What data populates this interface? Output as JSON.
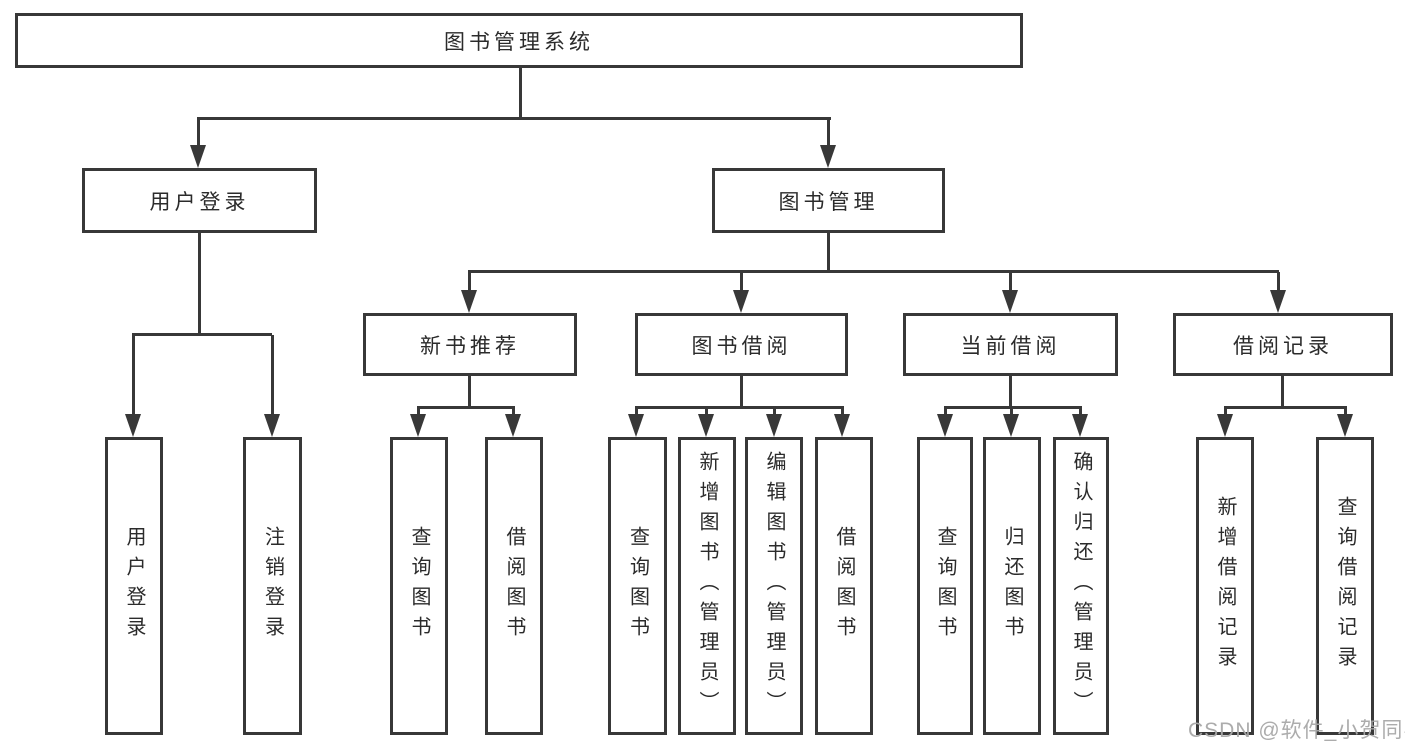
{
  "diagram": {
    "tree": {
      "root": {
        "label": "图书管理系统"
      },
      "branches": [
        {
          "label": "用户登录",
          "children": [
            {
              "label": "用户登录"
            },
            {
              "label": "注销登录"
            }
          ]
        },
        {
          "label": "图书管理",
          "children": [
            {
              "label": "新书推荐",
              "children": [
                {
                  "label": "查询图书"
                },
                {
                  "label": "借阅图书"
                }
              ]
            },
            {
              "label": "图书借阅",
              "children": [
                {
                  "label": "查询图书"
                },
                {
                  "label": "新增图书（管理员）"
                },
                {
                  "label": "编辑图书（管理员）"
                },
                {
                  "label": "借阅图书"
                }
              ]
            },
            {
              "label": "当前借阅",
              "children": [
                {
                  "label": "查询图书"
                },
                {
                  "label": "归还图书"
                },
                {
                  "label": "确认归还（管理员）"
                }
              ]
            },
            {
              "label": "借阅记录",
              "children": [
                {
                  "label": "新增借阅记录"
                },
                {
                  "label": "查询借阅记录"
                }
              ]
            }
          ]
        }
      ]
    },
    "colors": {
      "line": "#383838",
      "text": "#2b2b2b",
      "watermark": "#a8a8a8",
      "background": "#ffffff"
    }
  },
  "watermark": "CSDN @软件_小贺同学"
}
